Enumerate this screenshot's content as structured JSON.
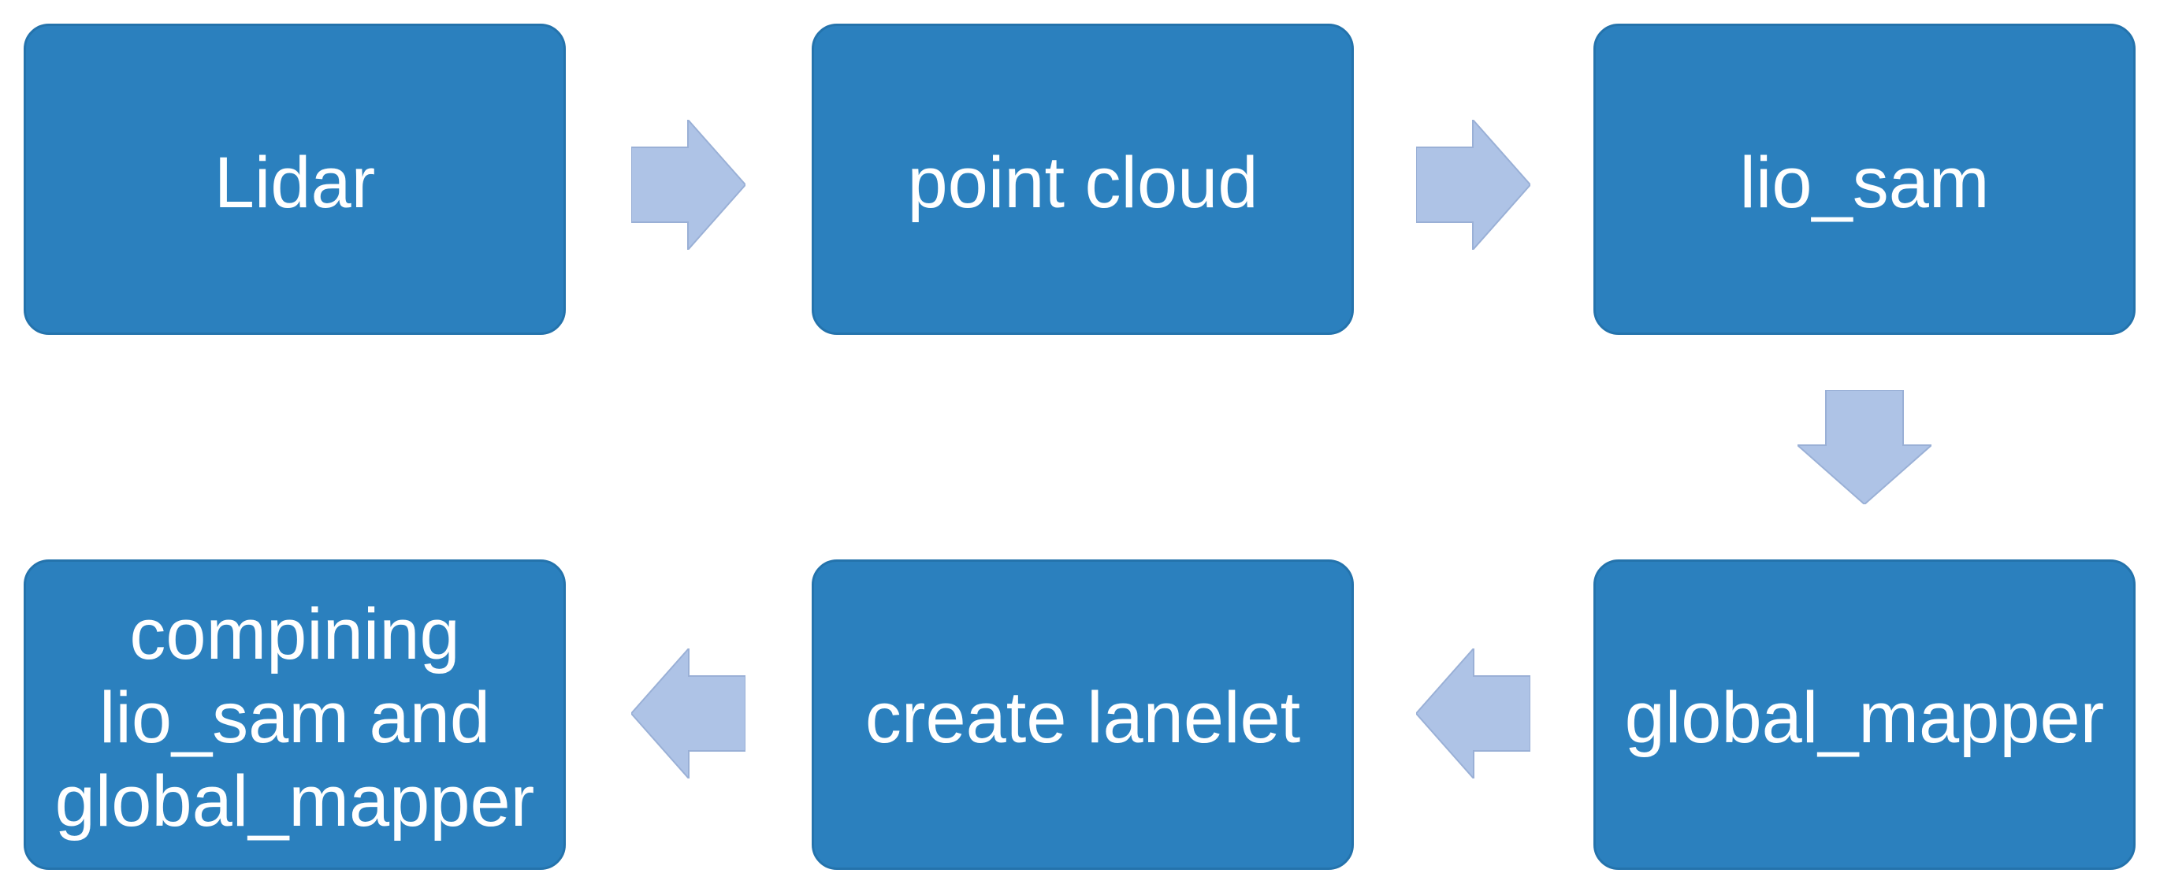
{
  "theme": {
    "background": "#ffffff",
    "box-fill": "#2B80BE",
    "box-border": "#2473AC",
    "arrow-fill": "#AEC3E6",
    "arrow-edge": "#9AB0D6",
    "text-color": "#ffffff"
  },
  "diagram": {
    "type": "flowchart",
    "nodes": [
      {
        "id": "lidar",
        "label": "Lidar"
      },
      {
        "id": "point-cloud",
        "label": "point cloud"
      },
      {
        "id": "lio-sam",
        "label": "lio_sam"
      },
      {
        "id": "global-mapper",
        "label": "global_mapper"
      },
      {
        "id": "create-lanelet",
        "label": "create lanelet"
      },
      {
        "id": "combine",
        "label": "compining lio_sam and global_mapper",
        "lines": [
          "compining",
          "lio_sam and",
          "global_mapper"
        ]
      }
    ],
    "flow": [
      {
        "from": "Lidar",
        "to": "point cloud",
        "direction": "right"
      },
      {
        "from": "point cloud",
        "to": "lio_sam",
        "direction": "right"
      },
      {
        "from": "lio_sam",
        "to": "global_mapper",
        "direction": "down"
      },
      {
        "from": "global_mapper",
        "to": "create lanelet",
        "direction": "left"
      },
      {
        "from": "create lanelet",
        "to": "compining lio_sam and global_mapper",
        "direction": "left"
      }
    ]
  }
}
